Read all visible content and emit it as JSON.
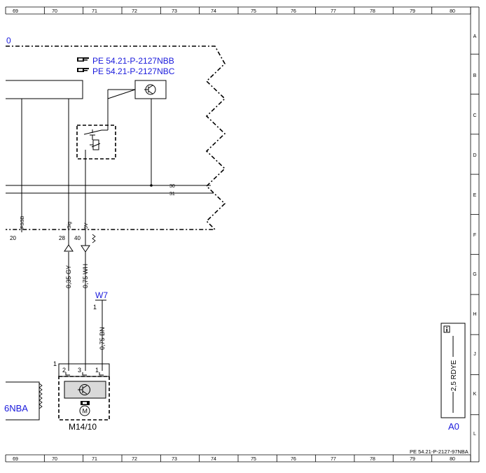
{
  "frame": {
    "columns": [
      "69",
      "70",
      "71",
      "72",
      "73",
      "74",
      "75",
      "76",
      "77",
      "78",
      "79",
      "80"
    ],
    "rows": [
      "A",
      "B",
      "C",
      "D",
      "E",
      "F",
      "G",
      "H",
      "J",
      "K",
      "L"
    ]
  },
  "refs": {
    "ref1": "PE 54.21-P-2127NBB",
    "ref2": "PE 54.21-P-2127NBC",
    "top_left_fragment": "0",
    "left_fragment": "6NBA",
    "footer": "PE 54.21-P-2127-97NBA"
  },
  "connector": {
    "pins": [
      "20",
      "28",
      "40"
    ],
    "signals": [
      "FSSB",
      "Sig",
      "5V"
    ]
  },
  "bus": {
    "line1": "30",
    "line2": "31"
  },
  "wires": {
    "gy": "0,35 GY",
    "wh": "0,75 WH",
    "bn": "0,75 BN"
  },
  "ground": {
    "label": "W7",
    "pin": "1"
  },
  "motor": {
    "label": "M14/10",
    "pins": [
      "2",
      "3",
      "1"
    ],
    "corner": "1",
    "m_symbol": "M"
  },
  "info_box": {
    "icon": "info-icon",
    "wire": "2,5 RDYE",
    "label": "A0"
  },
  "colors": {
    "annotation": "#1a1adc",
    "line": "#000000"
  }
}
